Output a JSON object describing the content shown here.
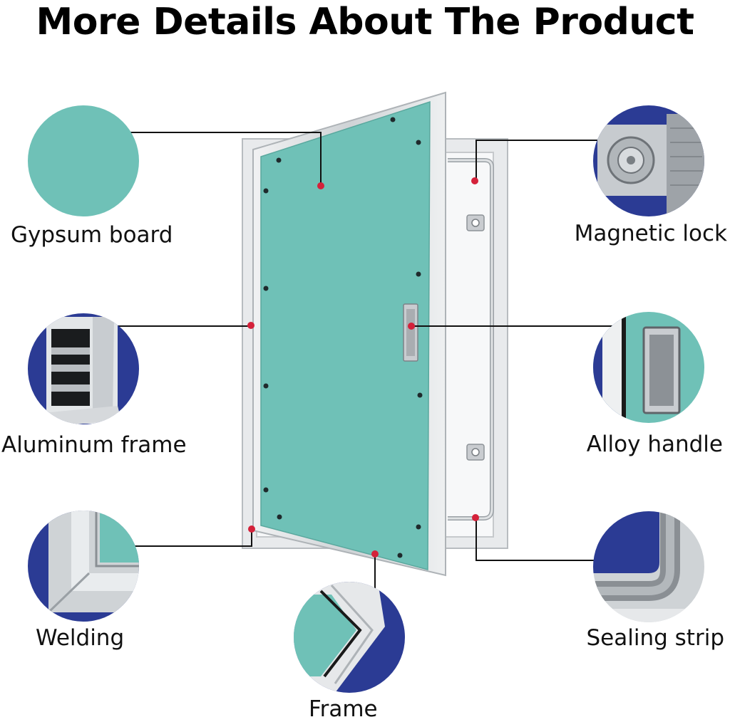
{
  "title": "More Details About The Product",
  "features": {
    "gypsum_board": "Gypsum board",
    "aluminum_frame": "Aluminum frame",
    "welding": "Welding",
    "frame": "Frame",
    "magnetic_lock": "Magnetic lock",
    "alloy_handle": "Alloy handle",
    "sealing_strip": "Sealing strip"
  },
  "colors": {
    "gypsum": "#6fc1b7",
    "navy": "#2b3b94",
    "metal": "#d9dcde",
    "marker": "#d4213a"
  }
}
